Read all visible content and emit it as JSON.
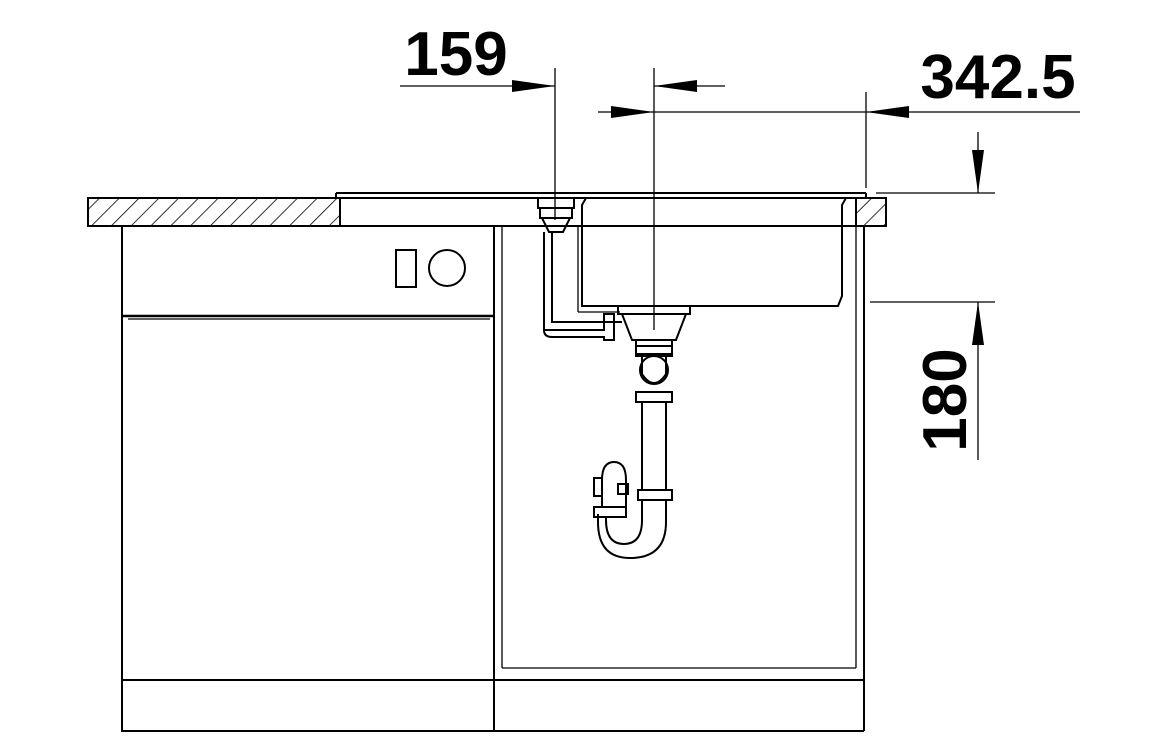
{
  "dimensions": {
    "offset_label": "159",
    "width_label": "342.5",
    "depth_label": "180"
  },
  "colors": {
    "line": "#000000",
    "background": "#ffffff"
  }
}
